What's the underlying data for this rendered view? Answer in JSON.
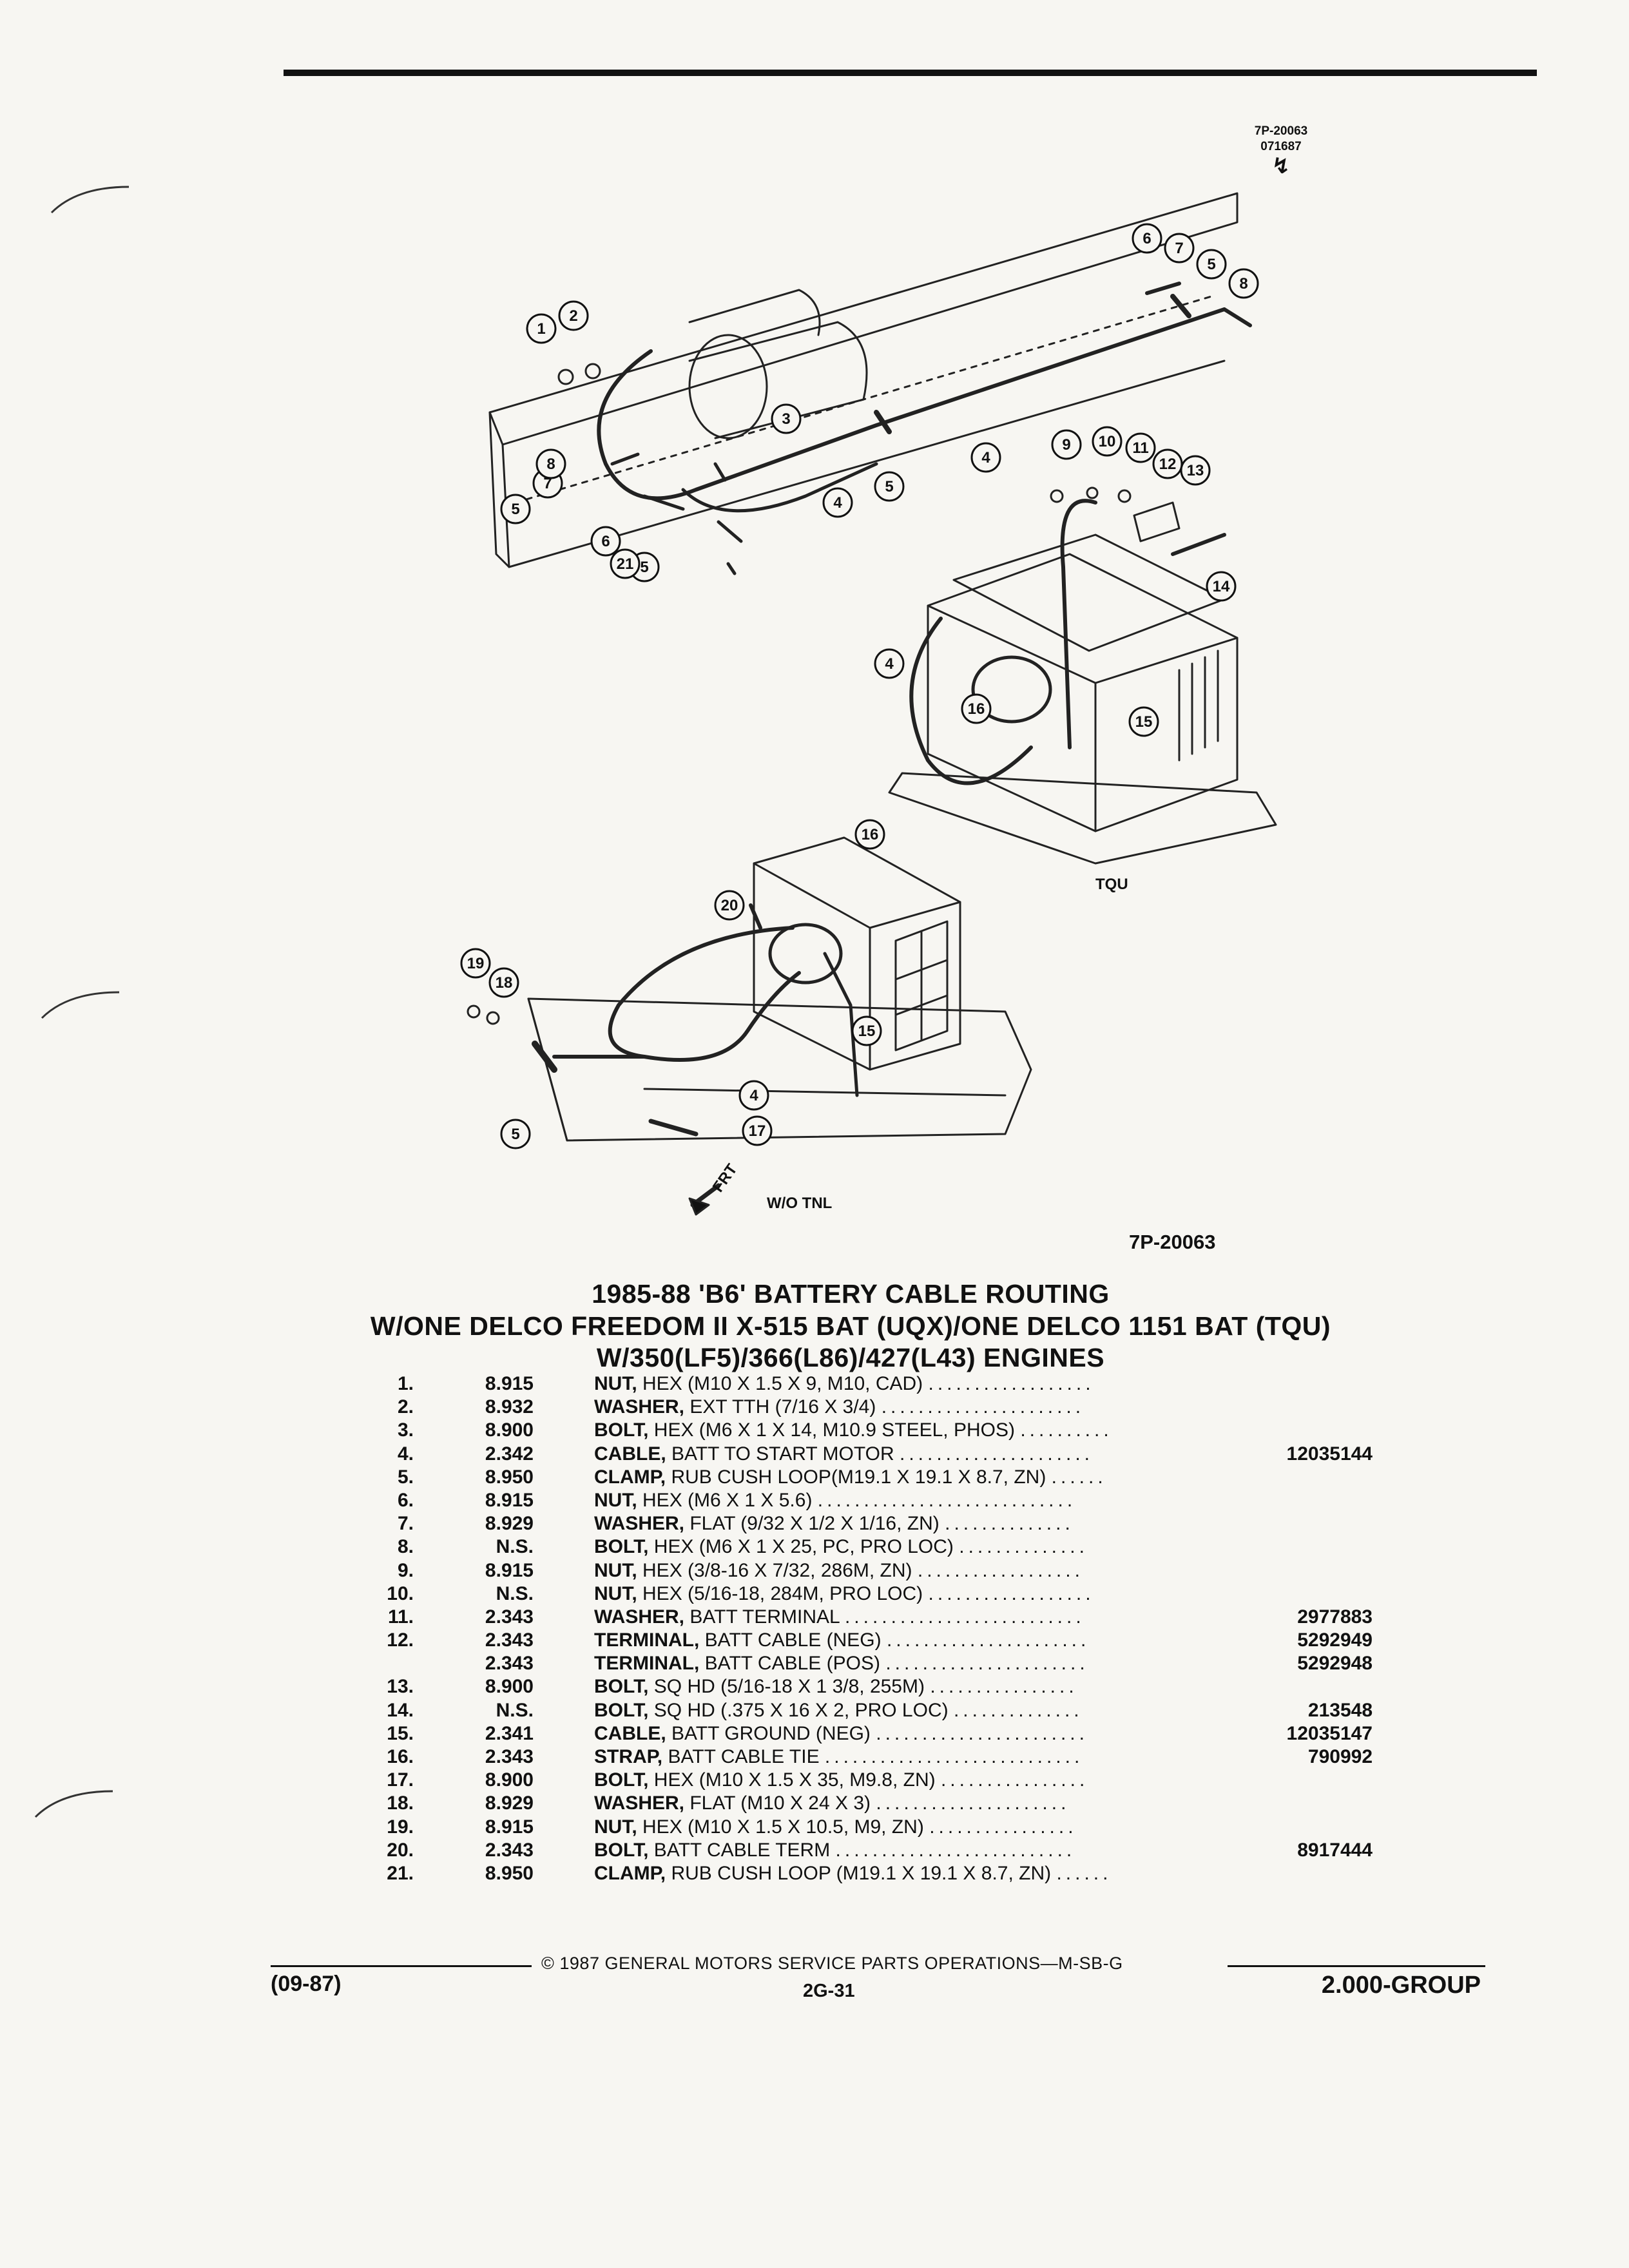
{
  "header": {
    "ref_code": "7P-20063",
    "ref_date": "071687",
    "ref_symbol": "↯"
  },
  "diagram": {
    "callouts": [
      "1",
      "2",
      "3",
      "4",
      "4",
      "4",
      "4",
      "5",
      "5",
      "5",
      "5",
      "5",
      "6",
      "6",
      "7",
      "7",
      "8",
      "8",
      "9",
      "10",
      "11",
      "12",
      "13",
      "14",
      "15",
      "15",
      "16",
      "16",
      "17",
      "18",
      "19",
      "20",
      "21"
    ],
    "labels": {
      "tqu": "TQU",
      "wo_tnl": "W/O TNL",
      "frt": "FRT"
    }
  },
  "figure_number": "7P-20063",
  "title": {
    "line1": "1985-88 'B6' BATTERY CABLE ROUTING",
    "line2": "W/ONE DELCO FREEDOM II X-515 BAT (UQX)/ONE DELCO 1151 BAT (TQU)",
    "line3": "W/350(LF5)/366(L86)/427(L43) ENGINES"
  },
  "parts": [
    {
      "num": "1.",
      "group": "8.915",
      "noun": "NUT,",
      "spec": "HEX (M10 X 1.5 X 9, M10, CAD)",
      "dots": "..................",
      "part_no": ""
    },
    {
      "num": "2.",
      "group": "8.932",
      "noun": "WASHER,",
      "spec": "EXT TTH (7/16 X 3/4)",
      "dots": "......................",
      "part_no": ""
    },
    {
      "num": "3.",
      "group": "8.900",
      "noun": "BOLT,",
      "spec": "HEX (M6 X 1 X 14, M10.9 STEEL, PHOS)",
      "dots": "..........",
      "part_no": ""
    },
    {
      "num": "4.",
      "group": "2.342",
      "noun": "CABLE,",
      "spec": "BATT TO START MOTOR",
      "dots": ".....................",
      "part_no": "12035144"
    },
    {
      "num": "5.",
      "group": "8.950",
      "noun": "CLAMP,",
      "spec": "RUB CUSH LOOP(M19.1 X 19.1 X 8.7, ZN)",
      "dots": "......",
      "part_no": ""
    },
    {
      "num": "6.",
      "group": "8.915",
      "noun": "NUT,",
      "spec": "HEX (M6 X 1 X 5.6)",
      "dots": "............................",
      "part_no": ""
    },
    {
      "num": "7.",
      "group": "8.929",
      "noun": "WASHER,",
      "spec": "FLAT (9/32 X 1/2 X 1/16, ZN)",
      "dots": "..............",
      "part_no": ""
    },
    {
      "num": "8.",
      "group": "N.S.",
      "noun": "BOLT,",
      "spec": "HEX (M6 X 1 X 25, PC, PRO LOC)",
      "dots": "..............",
      "part_no": ""
    },
    {
      "num": "9.",
      "group": "8.915",
      "noun": "NUT,",
      "spec": "HEX (3/8-16 X 7/32, 286M, ZN)",
      "dots": "..................",
      "part_no": ""
    },
    {
      "num": "10.",
      "group": "N.S.",
      "noun": "NUT,",
      "spec": "HEX (5/16-18, 284M, PRO LOC)",
      "dots": "..................",
      "part_no": ""
    },
    {
      "num": "11.",
      "group": "2.343",
      "noun": "WASHER,",
      "spec": "BATT TERMINAL",
      "dots": "..........................",
      "part_no": "2977883"
    },
    {
      "num": "12.",
      "group": "2.343",
      "noun": "TERMINAL,",
      "spec": "BATT CABLE (NEG)",
      "dots": "......................",
      "part_no": "5292949"
    },
    {
      "num": "",
      "group": "2.343",
      "noun": "TERMINAL,",
      "spec": "BATT CABLE (POS)",
      "dots": "......................",
      "part_no": "5292948"
    },
    {
      "num": "13.",
      "group": "8.900",
      "noun": "BOLT,",
      "spec": "SQ HD (5/16-18 X 1 3/8, 255M)",
      "dots": "................",
      "part_no": ""
    },
    {
      "num": "14.",
      "group": "N.S.",
      "noun": "BOLT,",
      "spec": "SQ HD (.375 X 16 X 2, PRO LOC)",
      "dots": "..............",
      "part_no": "213548"
    },
    {
      "num": "15.",
      "group": "2.341",
      "noun": "CABLE,",
      "spec": "BATT GROUND (NEG)",
      "dots": ".......................",
      "part_no": "12035147"
    },
    {
      "num": "16.",
      "group": "2.343",
      "noun": "STRAP,",
      "spec": "BATT CABLE TIE",
      "dots": "............................",
      "part_no": "790992"
    },
    {
      "num": "17.",
      "group": "8.900",
      "noun": "BOLT,",
      "spec": "HEX (M10 X 1.5 X 35, M9.8, ZN)",
      "dots": "................",
      "part_no": ""
    },
    {
      "num": "18.",
      "group": "8.929",
      "noun": "WASHER,",
      "spec": "FLAT (M10 X 24 X 3)",
      "dots": ".....................",
      "part_no": ""
    },
    {
      "num": "19.",
      "group": "8.915",
      "noun": "NUT,",
      "spec": "HEX (M10 X 1.5 X 10.5, M9, ZN)",
      "dots": "................",
      "part_no": ""
    },
    {
      "num": "20.",
      "group": "2.343",
      "noun": "BOLT,",
      "spec": "BATT CABLE TERM",
      "dots": "..........................",
      "part_no": "8917444"
    },
    {
      "num": "21.",
      "group": "8.950",
      "noun": "CLAMP,",
      "spec": "RUB CUSH LOOP (M19.1 X 19.1 X 8.7, ZN)",
      "dots": "......",
      "part_no": ""
    }
  ],
  "footer": {
    "copyright": "© 1987 GENERAL MOTORS SERVICE PARTS OPERATIONS—M-SB-G",
    "date_code": "(09-87)",
    "page": "2G-31",
    "group": "2.000-GROUP"
  }
}
